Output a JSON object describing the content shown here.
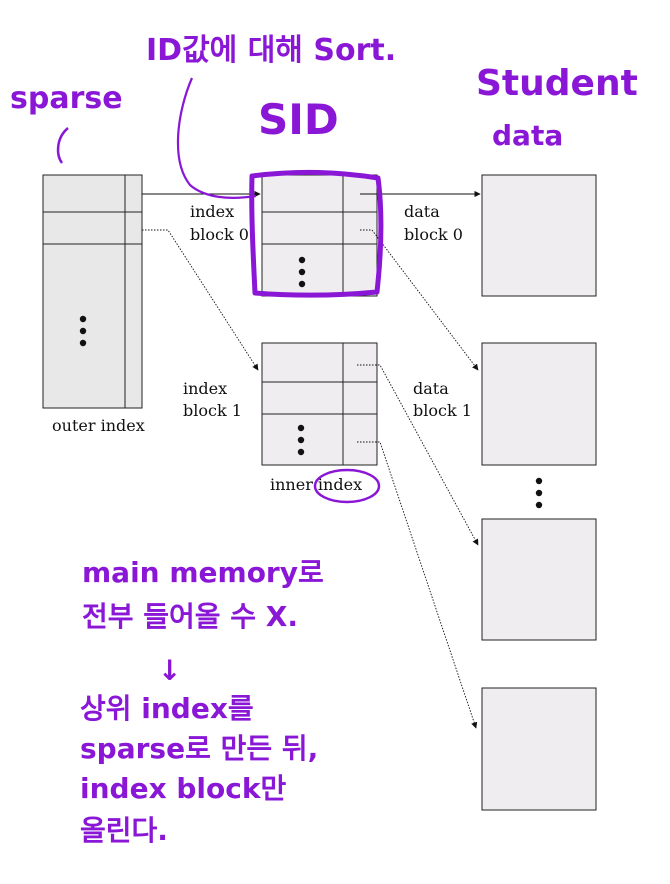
{
  "diagram": {
    "outer_index_label": "outer index",
    "inner_index_label": "inner index",
    "index_block_0": [
      "index",
      "block 0"
    ],
    "index_block_1": [
      "index",
      "block 1"
    ],
    "data_block_0": [
      "data",
      "block 0"
    ],
    "data_block_1": [
      "data",
      "block 1"
    ]
  },
  "annotations": {
    "id_sort": "ID값에 대해 Sort.",
    "sparse": "sparse",
    "sid": "SID",
    "student_data": [
      "Student",
      "data"
    ],
    "main_memory_note": [
      "main memory로",
      "전부 들어올 수 X."
    ],
    "arrow_down": "↓",
    "upper_index_note": [
      "상위 index를",
      "sparse로 만든 뒤,",
      "index block만",
      "올린다."
    ]
  },
  "colors": {
    "ink": "#111111",
    "annotation": "#8a17d6",
    "outer_index_fill": "#e8e8e8",
    "block_fill": "#f0edf0"
  }
}
